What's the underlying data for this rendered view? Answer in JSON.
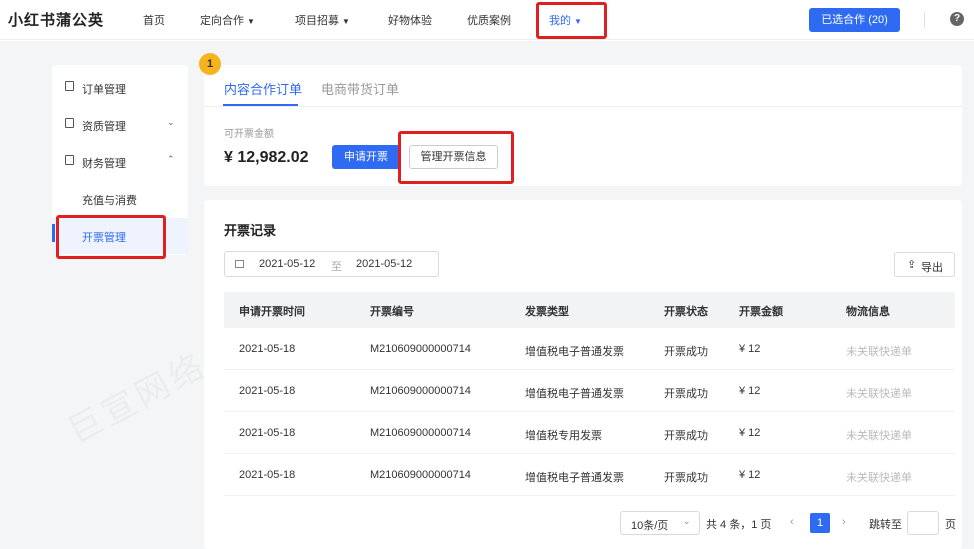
{
  "header": {
    "brand": "小红书蒲公英",
    "nav": [
      {
        "label": "首页",
        "caret": ""
      },
      {
        "label": "定向合作",
        "caret": "▼"
      },
      {
        "label": "项目招募",
        "caret": "▼"
      },
      {
        "label": "好物体验",
        "caret": ""
      },
      {
        "label": "优质案例",
        "caret": ""
      },
      {
        "label": "我的",
        "caret": "▼"
      }
    ],
    "selected_button": "已选合作 (20)",
    "help_icon": "?"
  },
  "sidebar": {
    "items": [
      {
        "label": "订单管理",
        "chevron": ""
      },
      {
        "label": "资质管理",
        "chevron": "⌄"
      },
      {
        "label": "财务管理",
        "chevron": "⌃"
      }
    ],
    "sub_items": [
      {
        "label": "充值与消费"
      },
      {
        "label": "开票管理"
      }
    ]
  },
  "step_badge": "1",
  "tabs": [
    {
      "label": "内容合作订单"
    },
    {
      "label": "电商带货订单"
    }
  ],
  "summary": {
    "amount_label": "可开票金额",
    "amount": "¥ 12,982.02",
    "apply_button": "申请开票",
    "manage_button": "管理开票信息"
  },
  "records": {
    "title": "开票记录",
    "date_start": "2021-05-12",
    "date_sep": "至",
    "date_end": "2021-05-12",
    "export_icon": "⇪",
    "export_label": "导出",
    "columns": [
      "申请开票时间",
      "开票编号",
      "发票类型",
      "开票状态",
      "开票金额",
      "物流信息"
    ],
    "rows": [
      [
        "2021-05-18",
        "M210609000000714",
        "增值税电子普通发票",
        "开票成功",
        "¥ 12",
        "未关联快递单"
      ],
      [
        "2021-05-18",
        "M210609000000714",
        "增值税电子普通发票",
        "开票成功",
        "¥ 12",
        "未关联快递单"
      ],
      [
        "2021-05-18",
        "M210609000000714",
        "增值税专用发票",
        "开票成功",
        "¥ 12",
        "未关联快递单"
      ],
      [
        "2021-05-18",
        "M210609000000714",
        "增值税电子普通发票",
        "开票成功",
        "¥ 12",
        "未关联快递单"
      ]
    ]
  },
  "pagination": {
    "page_size": "10条/页",
    "size_caret": "⌄",
    "total": "共 4 条，1 页",
    "prev": "‹",
    "current": "1",
    "next": "›",
    "goto_label": "跳转至",
    "unit": "页"
  },
  "watermark": "巨宣网络",
  "colors": {
    "accent": "#2f6bf2",
    "highlight": "#e02020",
    "badge": "#f5b41c"
  }
}
